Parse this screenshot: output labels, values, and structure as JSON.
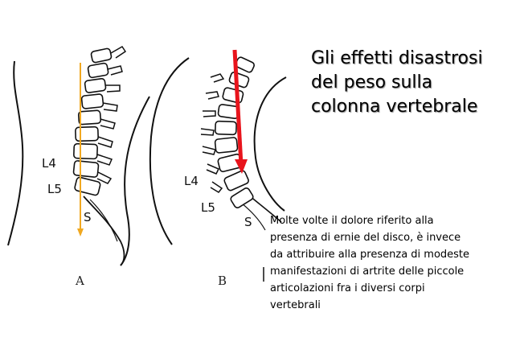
{
  "title_lines": [
    "Gli effetti disastrosi",
    "del peso sulla",
    "colonna vertebrale"
  ],
  "note_lines": [
    "Molte volte il dolore riferito alla",
    "presenza di ernie del disco, è invece",
    "da attribuire alla presenza di modeste",
    "manifestazioni di artrite delle piccole",
    "articolazioni  fra i diversi corpi",
    "vertebrali"
  ],
  "figure_a": {
    "caption": "A",
    "label_l4": "L4",
    "label_l5": "L5",
    "label_s": "S"
  },
  "figure_b": {
    "caption": "B",
    "label_l4": "L4",
    "label_l5": "L5",
    "label_s": "S"
  },
  "colors": {
    "load_line_normal": "#f0a820",
    "load_line_bad": "#e8141c",
    "ink": "#111111"
  }
}
